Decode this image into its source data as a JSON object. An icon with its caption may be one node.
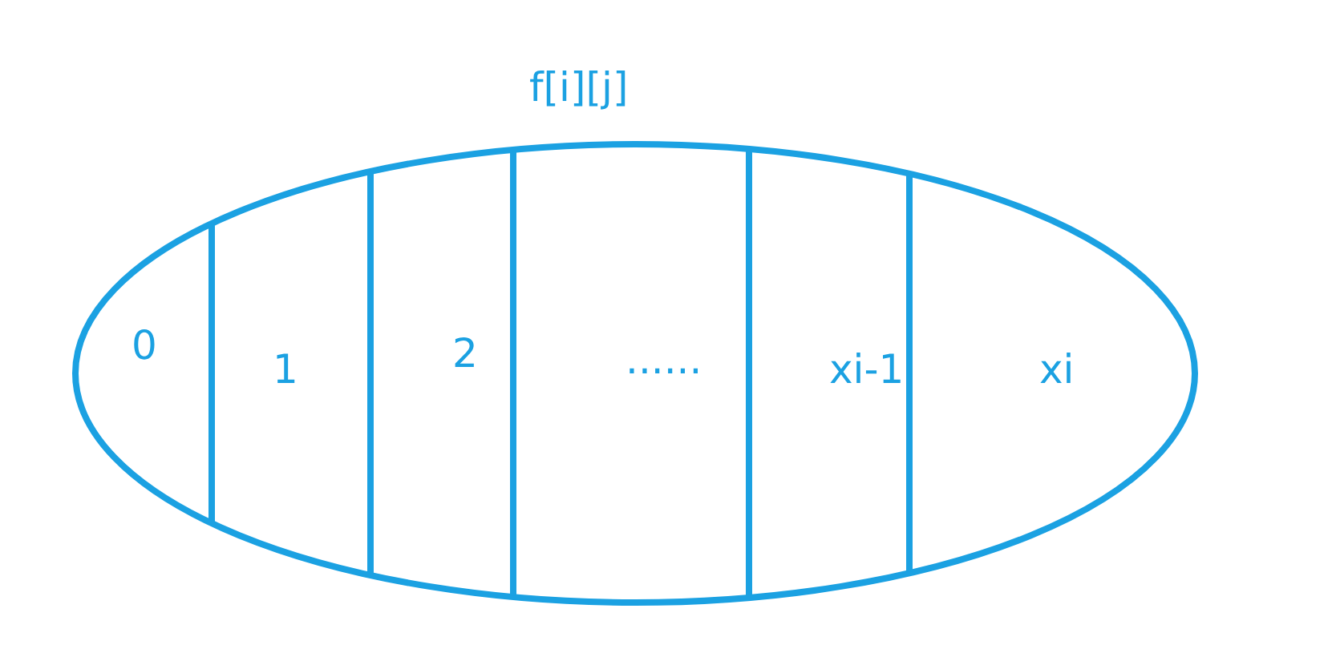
{
  "diagram": {
    "nodes": [
      {
        "text": [
          "f[i][j]"
        ]
      },
      {
        "text": [
          "0"
        ],
        "in": 0
      },
      {
        "text": [
          "1"
        ],
        "in": 0
      },
      {
        "text": [
          "2"
        ],
        "in": 0
      },
      {
        "text": [
          "......"
        ],
        "in": 0
      },
      {
        "text": [
          "xi-1"
        ],
        "in": 0
      },
      {
        "text": [
          "xi"
        ],
        "in": 0
      }
    ]
  }
}
